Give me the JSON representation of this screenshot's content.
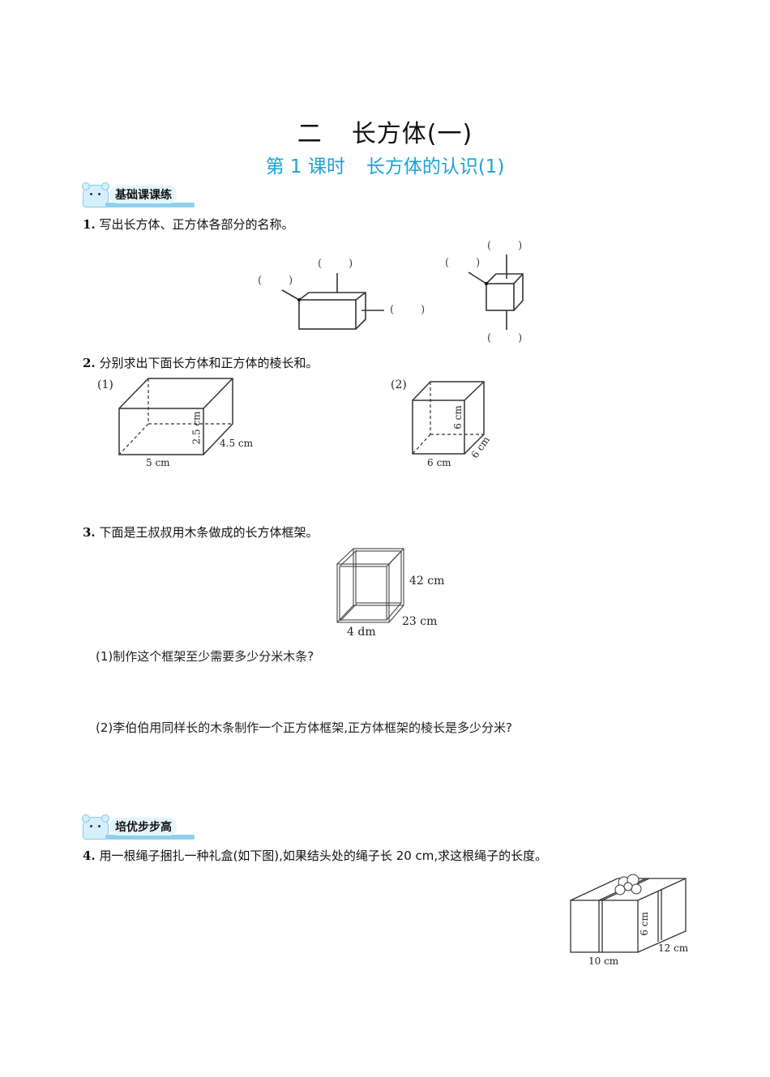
{
  "header": {
    "chapter_number": "二",
    "chapter_title": "长方体(一)",
    "lesson_number": "第 1 课时",
    "lesson_title": "长方体的认识(1)",
    "accent_color": "#1aa3d6"
  },
  "sections": [
    {
      "label": "基础课课练",
      "icon": "bear-icon"
    },
    {
      "label": "培优步步高",
      "icon": "bear-icon"
    }
  ],
  "questions": {
    "q1": {
      "number": "1.",
      "text": "写出长方体、正方体各部分的名称。",
      "blank": "(        )"
    },
    "q2": {
      "number": "2.",
      "text": "分别求出下面长方体和正方体的棱长和。",
      "fig1": {
        "label": "(1)",
        "length": "5 cm",
        "width": "4.5 cm",
        "height": "2.5 cm"
      },
      "fig2": {
        "label": "(2)",
        "length": "6 cm",
        "width": "6 cm",
        "height": "6 cm"
      }
    },
    "q3": {
      "number": "3.",
      "text": "下面是王叔叔用木条做成的长方体框架。",
      "dims": {
        "length": "4 dm",
        "width": "23 cm",
        "height": "42 cm"
      },
      "sub1": "(1)制作这个框架至少需要多少分米木条?",
      "sub2": "(2)李伯伯用同样长的木条制作一个正方体框架,正方体框架的棱长是多少分米?"
    },
    "q4": {
      "number": "4.",
      "text": "用一根绳子捆扎一种礼盒(如下图),如果结头处的绳子长 20 cm,求这根绳子的长度。",
      "dims": {
        "length": "10 cm",
        "width": "12 cm",
        "height": "6 cm"
      }
    }
  }
}
